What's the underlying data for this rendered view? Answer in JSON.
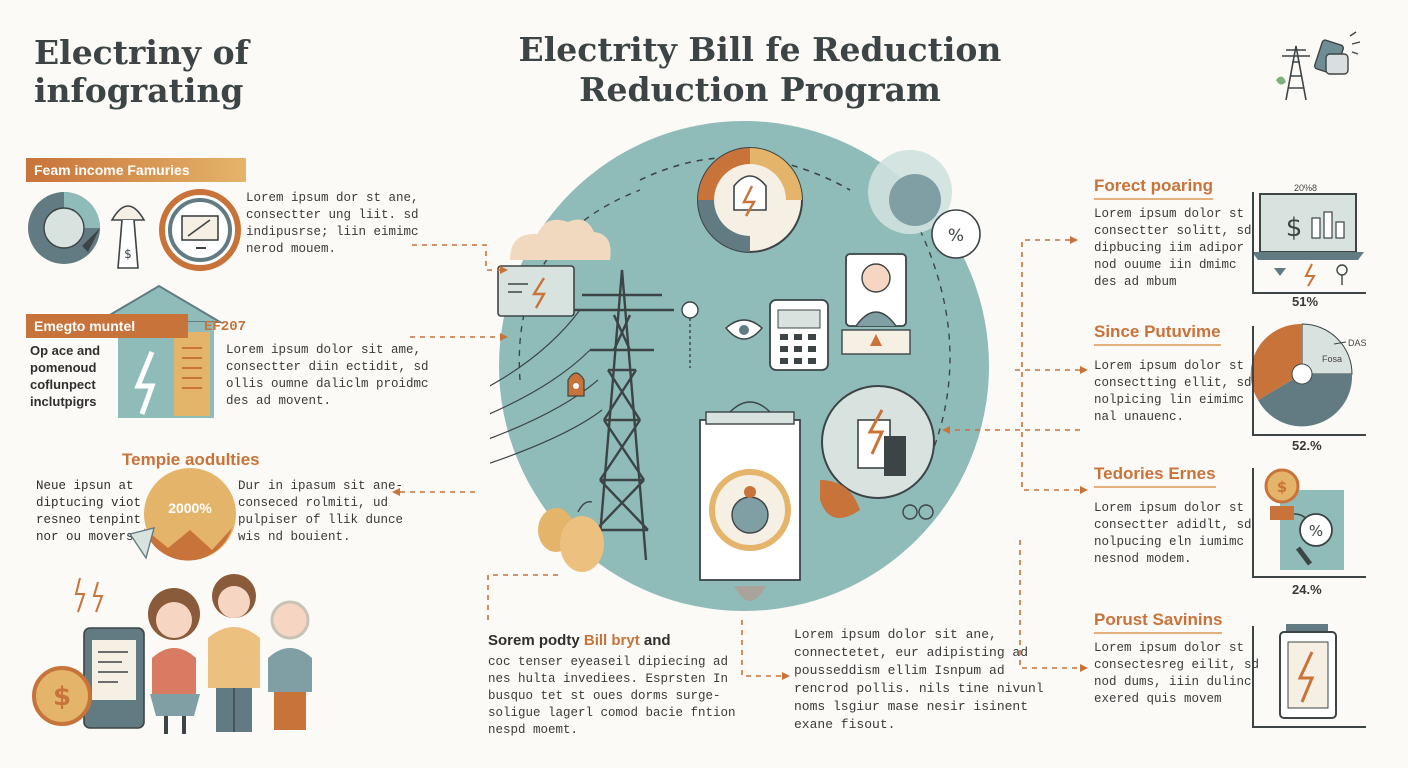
{
  "titles": {
    "left_line1": "Electriny of",
    "left_line2": "infograting",
    "main_line1": "Electrity Bill fe Reduction",
    "main_line2": "Reduction Program"
  },
  "left": {
    "tag1": "Feam income Famuries",
    "text1": "Lorem ipsum dor st ane,\nconsectter ung liit.  sd\nindipusrse; liin eimimc\nnerod mouem.",
    "tag2": "Emegto muntel",
    "tag2_code": "EF207",
    "side2": "Op ace and\npomenoud\ncoflunpect\ninclutpigrs",
    "text2": "Lorem ipsum dolor sit ame,\nconsectter diin ectidit,  sd\nollis oumne daliclm proidmc\ndes ad movent.",
    "head3": "Tempie aodulties",
    "side3": "Neue ipsun at\ndiptucing viot\nresneo tenpint\nnor ou movers.",
    "badge3": "2000%",
    "text3": "Dur in ipasum sit ane-\nconseced rolmiti, ud\npulpiser of llik dunce\nwis nd bouient."
  },
  "bottom": {
    "left_prefix": "Sorem  podty ",
    "left_highlight": "Bill bryt",
    "left_suffix": " and",
    "left_text": "coc tenser eyeaseil dipiecing ad\nnes hulta invediees. Esprsten In\nbusquo  tet st oues dorms surge-\nsoligue lagerl comod bacie fntion\nnespd moemt.",
    "mid_text": "Lorem ipsum dolor sit ane,\nconnectetet, eur adipisting ad\npousseddism ellim Isnpum ad\nrencrod pollis. nils tine nivunl\nnoms lsgiur mase nesir isinent\nexane fisout."
  },
  "right": {
    "h1": "Forect poaring",
    "t1": "Lorem ipsum dolor st\nconsectter solitt, sd\ndipbucing iim adipor\nnod ouume iin dmimc\ndes ad mbum",
    "p1": "51%",
    "chart1_label": "20%8",
    "h2": "Since Putuvime",
    "t2": "Lorem ipsum dolor st\nconsectting ellit, sd\nnolpicing lin eimimc\nnal unauenc.",
    "p2": "52.%",
    "pie_label1": "DAS",
    "pie_label2": "Fosa",
    "h3": "Tedories Ernes",
    "t3": "Lorem ipsum dolor st\nconsectter adidlt, sd\nnolpucing eln iumimc\nnesnod modem.",
    "p3": "24.%",
    "h4": "Porust Savinins",
    "t4": "Lorem ipsum dolor st\nconsectesreg eilit, sd\nnod dums, iiin dulinc\nexered quis movem"
  },
  "icons": {
    "percent": "%",
    "dollar": "$",
    "bolt": "⚡"
  },
  "colors": {
    "teal": "#8fbcb8",
    "slate": "#627b83",
    "orange": "#c8733a",
    "gold": "#e4b46a",
    "cream": "#fbfaf6",
    "dark": "#3d4446"
  }
}
